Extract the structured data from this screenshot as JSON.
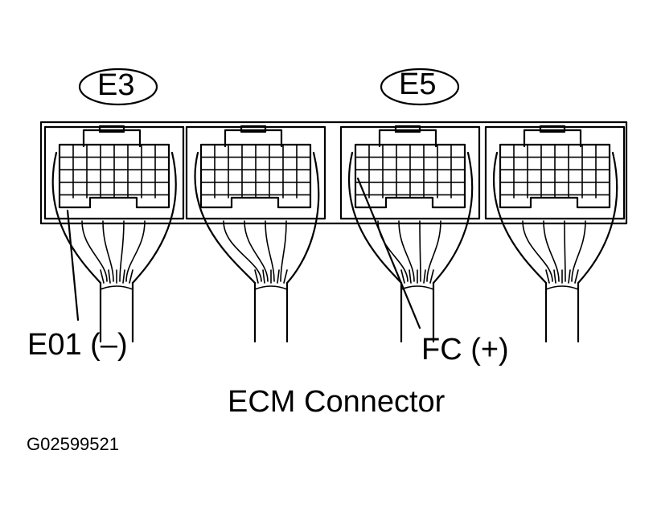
{
  "connector_labels": {
    "left": "E3",
    "right": "E5"
  },
  "terminals": {
    "e01": "E01 (–)",
    "fc": "FC (+)"
  },
  "title": "ECM Connector",
  "figure_code": "G02599521"
}
